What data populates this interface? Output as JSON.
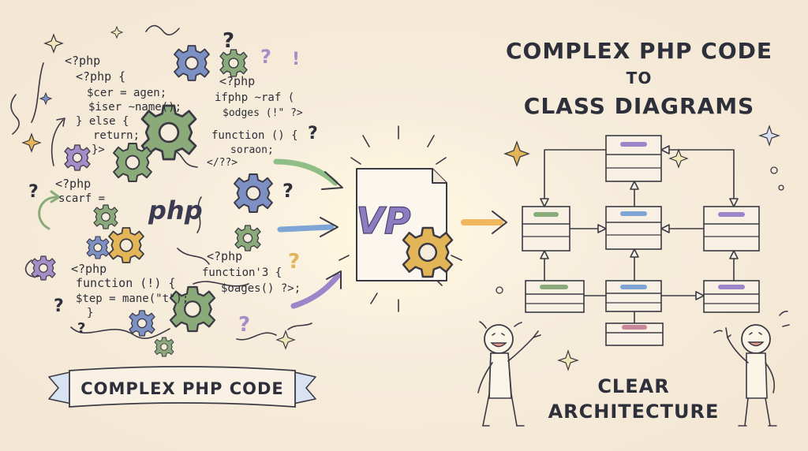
{
  "title": {
    "line1": "COMPLEX PHP CODE",
    "line2": "TO",
    "line3": "CLASS DIAGRAMS"
  },
  "left_banner": "COMPLEX PHP CODE",
  "right_caption": {
    "line1": "CLEAR",
    "line2": "ARCHITECTURE"
  },
  "php_logo": "php",
  "tool_logo": "VP",
  "code_snippets": {
    "s1": [
      "<?php",
      "<?php {",
      "$cer = agen;",
      "$iser ~name();",
      "} else {",
      "return;",
      "}>"
    ],
    "s2": [
      "<?php",
      "ifphp ~raf (",
      "$odges (!\" ?>",
      "function () {",
      "soraon;",
      "</??>"
    ],
    "s3": [
      "<?php",
      "scarf ="
    ],
    "s4": [
      "<?php",
      "function (!) {",
      "$tep = mane(\"t\");",
      "}"
    ],
    "s5": [
      "<?php",
      "function'3 {",
      "$oages() ?>;"
    ]
  },
  "colors": {
    "gear_blue": "#7d90c4",
    "gear_green": "#8aaa7a",
    "gear_yellow": "#e2b557",
    "gear_purple": "#a58ec8",
    "arrow_green": "#8fbf86",
    "arrow_blue": "#7fa4d6",
    "arrow_purple": "#9a86c9",
    "arrow_orange": "#efb860",
    "accent_purple": "#8c7cc0"
  },
  "icons": [
    "gear-icon",
    "question-mark-icon",
    "sparkle-icon",
    "arrow-icon",
    "document-icon",
    "person-icon"
  ]
}
